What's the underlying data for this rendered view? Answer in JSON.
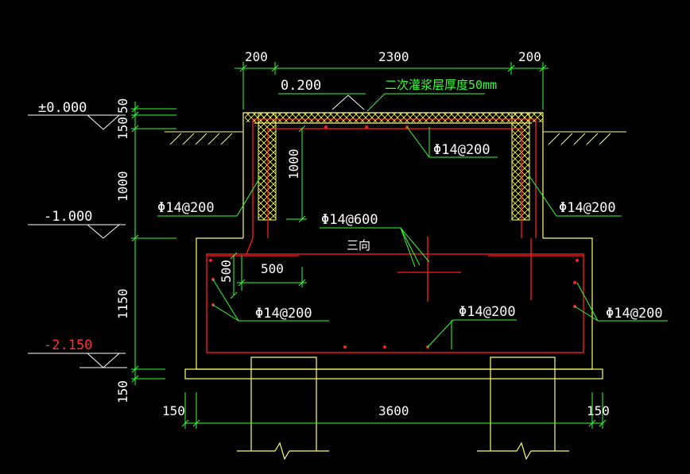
{
  "colors": {
    "background": "#000000",
    "concrete": "#ffff66",
    "rebar": "#ff2020",
    "dimension": "#33ff33",
    "leader": "#33ff33",
    "text": "#ffffff",
    "text_red": "#ff3030",
    "hatch": "#ffff66"
  },
  "top_dims": {
    "left_wall": "200",
    "span": "2300",
    "right_wall": "200"
  },
  "bottom_dims": {
    "left": "150",
    "span": "3600",
    "right": "150"
  },
  "elevations": {
    "ground": "±0.000",
    "mid": "-1.000",
    "bottom": "-2.150"
  },
  "vertical_dims": {
    "d50": "50",
    "d150": "150",
    "d1000": "1000",
    "d1150": "1150",
    "d150b": "150"
  },
  "top_level": "0.200",
  "grout_note": "二次灌浆层厚度50mm",
  "inner_dims": {
    "wall_height": "1000",
    "haunch_w": "500",
    "haunch_h": "500"
  },
  "rebar_labels": {
    "top_slab": "Φ14@200",
    "left_wall": "Φ14@200",
    "right_wall": "Φ14@200",
    "center": "Φ14@600",
    "center_sub": "三向",
    "left_base": "Φ14@200",
    "bottom_slab": "Φ14@200",
    "right_base": "Φ14@200"
  }
}
